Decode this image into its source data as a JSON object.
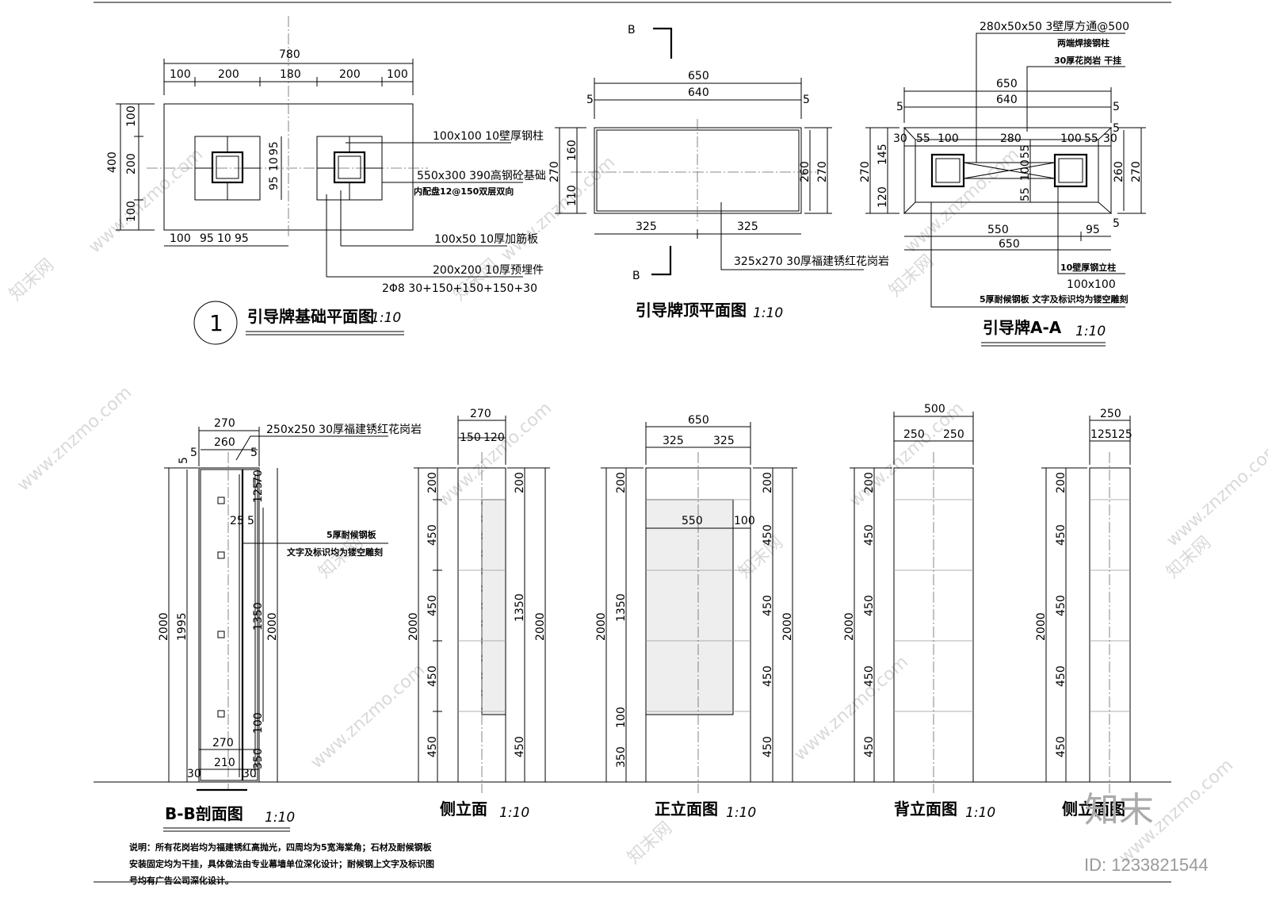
{
  "titles": {
    "foundation_plan": "引导牌基础平面图",
    "top_plan": "引导牌顶平面图",
    "section_aa": "引导牌A-A",
    "section_bb": "B-B剖面图",
    "side_elev_1": "侧立面",
    "front_elev": "正立面图",
    "back_elev": "背立面图",
    "side_elev_2": "侧立面图"
  },
  "scale": "1:10",
  "detail_number": "1",
  "section_mark": "B",
  "foundation_plan": {
    "overall": "780",
    "segments_top": [
      "100",
      "200",
      "180",
      "200",
      "100"
    ],
    "segments_left": [
      "100",
      "200",
      "100"
    ],
    "height_total": "400",
    "segments_bottom": [
      "100",
      "95",
      "10",
      "95"
    ],
    "inner_vertical": [
      "95",
      "10",
      "95"
    ],
    "callouts": [
      "100x100 10壁厚钢柱",
      "550x300 390高钢砼基础",
      "内配盘12@150双层双向",
      "100x50 10厚加筋板",
      "200x200 10厚预埋件",
      "2Φ8 30+150+150+150+30"
    ]
  },
  "top_plan": {
    "overall": "650",
    "inner": "640",
    "edge": "5",
    "height_left": "270",
    "left_parts": [
      "160",
      "110"
    ],
    "right_inner": "260",
    "right_total": "270",
    "bottom": [
      "325",
      "325"
    ],
    "callout": "325x270 30厚福建锈红花岗岩"
  },
  "section_aa": {
    "overall": "650",
    "inner": "640",
    "edge": "5",
    "top_row": [
      "30",
      "55",
      "100",
      "280",
      "100",
      "55",
      "30"
    ],
    "left": [
      "145",
      "120"
    ],
    "left_total": "270",
    "mid": [
      "55",
      "100",
      "55"
    ],
    "right_inner": "260",
    "right_total": "270",
    "bottom": [
      "550",
      "95"
    ],
    "bottom_total": "650",
    "callouts": [
      "280x50x50 3壁厚方通@500",
      "两端焊接钢柱",
      "30厚花岗岩  干挂",
      "10壁厚钢立柱",
      "100x100",
      "5厚耐候钢板 文字及标识均为镂空雕刻"
    ]
  },
  "section_bb": {
    "top": [
      "270",
      "260"
    ],
    "edge": "5",
    "height": [
      "2000",
      "1995"
    ],
    "inner": [
      "1350",
      "2000"
    ],
    "small": [
      "125",
      "70",
      "25",
      "5",
      "100",
      "350"
    ],
    "bottom": [
      "270",
      "210"
    ],
    "bottom_edge": [
      "30",
      "30"
    ],
    "callouts": [
      "250x250 30厚福建锈红花岗岩",
      "5厚耐候钢板",
      "文字及标识均为镂空雕刻"
    ]
  },
  "side_elev_1": {
    "top": [
      "270",
      "150",
      "120"
    ],
    "left": [
      "200",
      "450",
      "450",
      "450",
      "450"
    ],
    "left_total": "2000",
    "right": [
      "200",
      "1350",
      "450"
    ],
    "right_total": "2000"
  },
  "front_elev": {
    "top": [
      "650",
      "325",
      "325"
    ],
    "inner": [
      "550",
      "100"
    ],
    "left": [
      "200",
      "1350",
      "100",
      "350"
    ],
    "left_total": "2000",
    "right": [
      "200",
      "450",
      "450",
      "450",
      "450"
    ],
    "right_total": "2000"
  },
  "back_elev": {
    "top": [
      "500",
      "250",
      "250"
    ],
    "left_total": "2000",
    "left": [
      "200",
      "450",
      "450",
      "450",
      "450"
    ]
  },
  "side_elev_2": {
    "top": [
      "250",
      "125",
      "125"
    ],
    "left_total": "2000",
    "left": [
      "200",
      "450",
      "450",
      "450",
      "450"
    ]
  },
  "notes": [
    "说明：所有花岗岩均为福建锈红高抛光，四周均为5宽海棠角；石材及耐候钢板",
    "安装固定均为干挂，具体做法由专业幕墙单位深化设计；耐候钢上文字及标识图",
    "号均有广告公司深化设计。"
  ],
  "watermark": "www.znzmo.com",
  "watermark_cn": "知末网",
  "logo_text": "知末",
  "image_id": "ID: 1233821544"
}
